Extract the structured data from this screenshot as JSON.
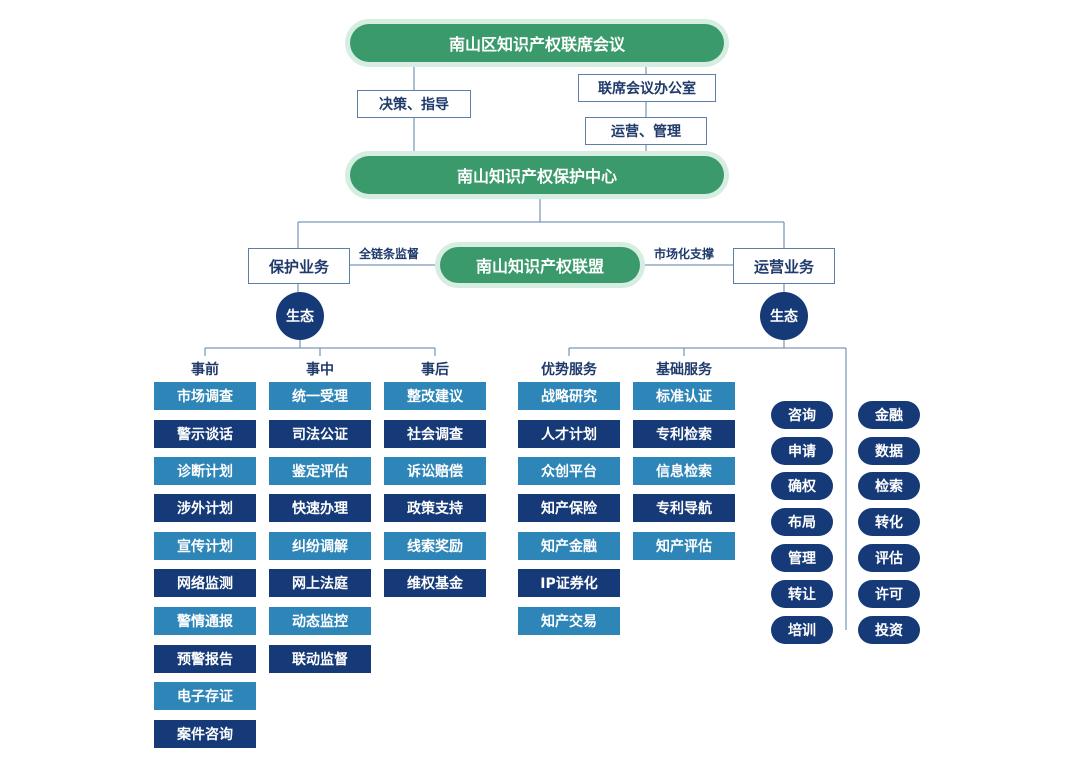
{
  "top": {
    "council": "南山区知识产权联席会议",
    "decision": "决策、指导",
    "office": "联席会议办公室",
    "ops": "运营、管理",
    "center": "南山知识产权保护中心",
    "alliance": "南山知识产权联盟",
    "protect": "保护业务",
    "operate": "运营业务",
    "chain_label": "全链条监督",
    "market_label": "市场化支撑",
    "eco_left": "生态",
    "eco_right": "生态"
  },
  "columns": [
    {
      "header": "事前",
      "items": [
        "市场调查",
        "警示谈话",
        "诊断计划",
        "涉外计划",
        "宣传计划",
        "网络监测",
        "警情通报",
        "预警报告",
        "电子存证",
        "案件咨询"
      ]
    },
    {
      "header": "事中",
      "items": [
        "统一受理",
        "司法公证",
        "鉴定评估",
        "快速办理",
        "纠纷调解",
        "网上法庭",
        "动态监控",
        "联动监督"
      ]
    },
    {
      "header": "事后",
      "items": [
        "整改建议",
        "社会调查",
        "诉讼赔偿",
        "政策支持",
        "线索奖励",
        "维权基金"
      ]
    },
    {
      "header": "优势服务",
      "items": [
        "战略研究",
        "人才计划",
        "众创平台",
        "知产保险",
        "知产金融",
        "IP证券化",
        "知产交易"
      ]
    },
    {
      "header": "基础服务",
      "items": [
        "标准认证",
        "专利检索",
        "信息检索",
        "专利导航",
        "知产评估"
      ]
    }
  ],
  "chips_left": [
    "咨询",
    "申请",
    "确权",
    "布局",
    "管理",
    "转让",
    "培训"
  ],
  "chips_right": [
    "金融",
    "数据",
    "检索",
    "转化",
    "评估",
    "许可",
    "投资"
  ],
  "colors": {
    "green": "#3a9a6b",
    "navy": "#163a78",
    "blue": "#2d85b8"
  }
}
